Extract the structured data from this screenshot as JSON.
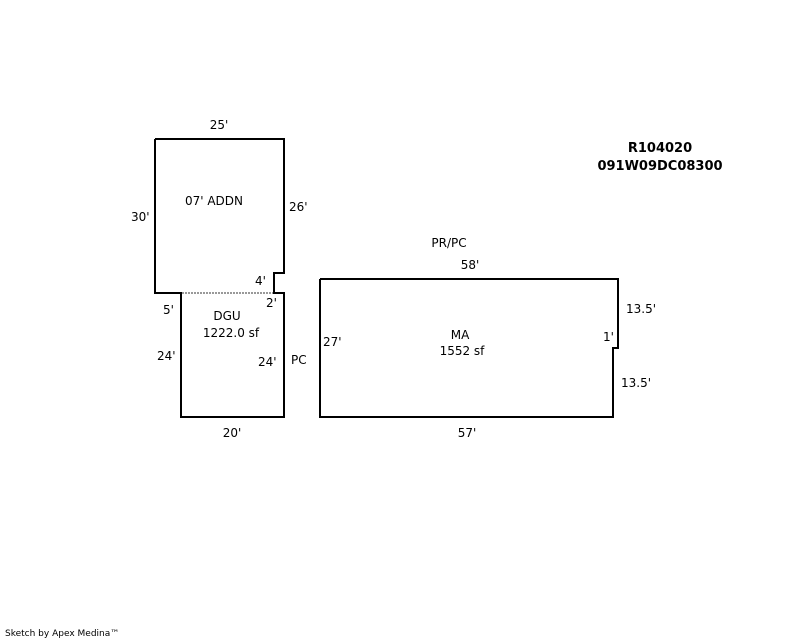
{
  "parcel": {
    "id": "R104020",
    "number": "091W09DC08300"
  },
  "areas": {
    "addn": {
      "label": "07' ADDN"
    },
    "dgu": {
      "label": "DGU",
      "area": "1222.0 sf"
    },
    "ma": {
      "label": "MA",
      "area": "1552 sf"
    },
    "pc_label": "PC",
    "prpc_label": "PR/PC"
  },
  "dimensions": {
    "addn_top": "25'",
    "addn_left": "30'",
    "addn_right": "26'",
    "notch_4": "4'",
    "notch_2": "2'",
    "dgu_step": "5'",
    "dgu_left": "24'",
    "dgu_right": "24'",
    "dgu_bottom": "20'",
    "ma_top": "58'",
    "ma_left": "27'",
    "ma_right_top": "13.5'",
    "ma_step": "1'",
    "ma_right_bottom": "13.5'",
    "ma_bottom": "57'"
  },
  "footer": "Sketch by Apex Medina™"
}
